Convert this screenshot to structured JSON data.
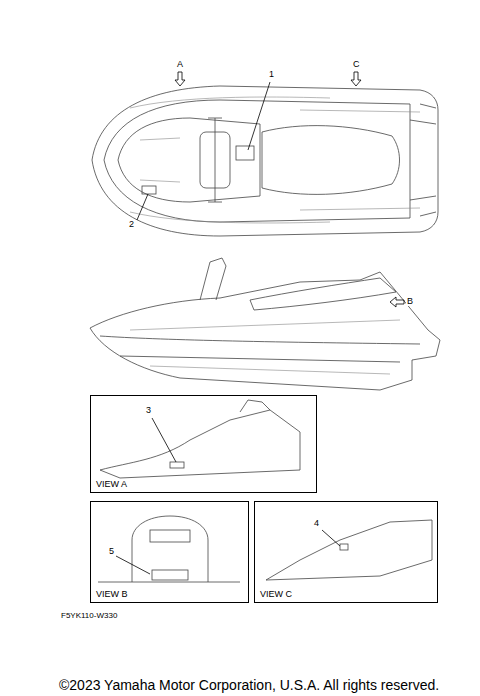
{
  "diagram": {
    "nodes": [
      {
        "text": [
          "VIEW A"
        ]
      },
      {
        "text": [
          "VIEW B"
        ]
      },
      {
        "text": [
          "VIEW C"
        ]
      }
    ],
    "labels": [
      "A",
      "C",
      "1",
      "2",
      "B",
      "3",
      "5",
      "4",
      "F5YK110-W330",
      "©2023 Yamaha Motor Corporation, U.S.A. All rights reserved."
    ]
  }
}
